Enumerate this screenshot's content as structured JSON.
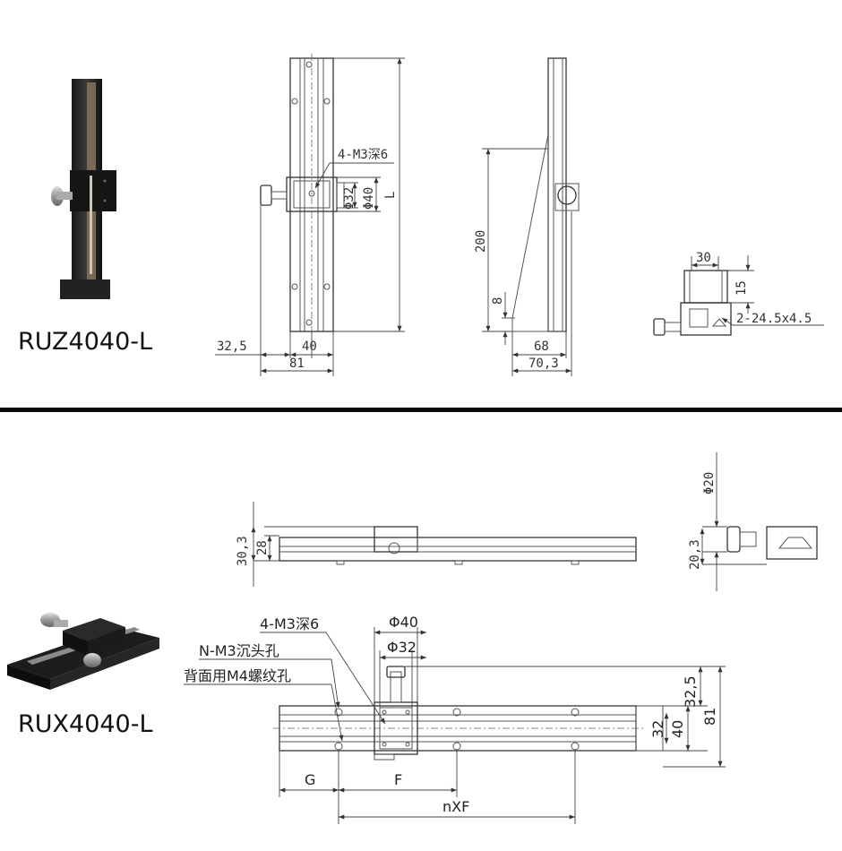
{
  "products": {
    "top_model": "RUZ4040-L",
    "bottom_model": "RUX4040-L"
  },
  "top_front": {
    "hole_note": "4-M3深6",
    "phi_small": "Φ32",
    "phi_large": "Φ40",
    "length": "L",
    "offset": "32,5",
    "width_inner": "40",
    "width_total": "81"
  },
  "top_side": {
    "height_200": "200",
    "height_8": "8",
    "depth_68": "68",
    "depth_70": "70,3"
  },
  "top_small": {
    "w30": "30",
    "h15": "15",
    "slot_note": "2-24.5x4.5"
  },
  "bottom_side": {
    "h30": "30,3",
    "h28": "28"
  },
  "bottom_end": {
    "phi20": "Φ20",
    "h20": "20,3"
  },
  "bottom_plan": {
    "hole_note": "4-M3深6",
    "countersink_note": "N-M3沉头孔",
    "back_note": "背面用M4螺纹孔",
    "phi_large": "Φ40",
    "phi_small": "Φ32",
    "h32_5": "32,5",
    "h40": "40",
    "h32": "32",
    "h81": "81",
    "g": "G",
    "f": "F",
    "nxf": "nXF"
  }
}
